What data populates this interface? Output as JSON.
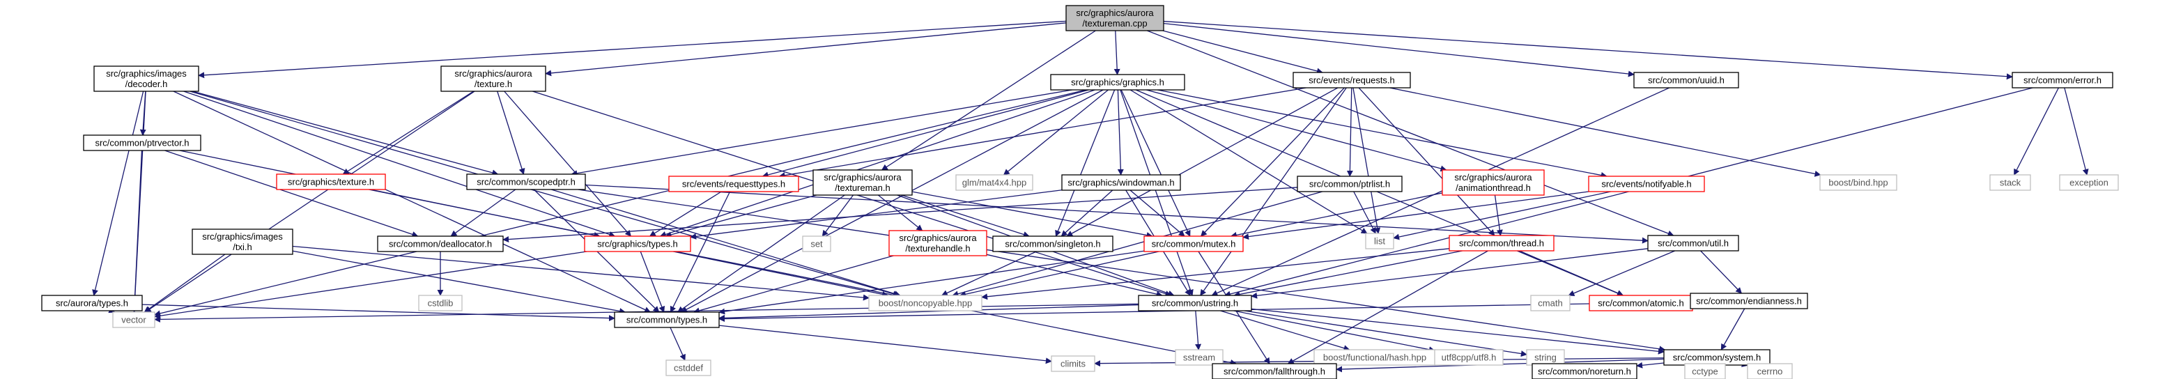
{
  "graph": {
    "nodes": [
      {
        "id": "textureman_cpp",
        "lines": [
          "src/graphics/aurora",
          "/textureman.cpp"
        ],
        "style": "main"
      },
      {
        "id": "images_decoder",
        "lines": [
          "src/graphics/images",
          "/decoder.h"
        ],
        "style": "black"
      },
      {
        "id": "aurora_texture",
        "lines": [
          "src/graphics/aurora",
          "/texture.h"
        ],
        "style": "black"
      },
      {
        "id": "graphics_h",
        "lines": [
          "src/graphics/graphics.h"
        ],
        "style": "black"
      },
      {
        "id": "requests_h",
        "lines": [
          "src/events/requests.h"
        ],
        "style": "black"
      },
      {
        "id": "uuid_h",
        "lines": [
          "src/common/uuid.h"
        ],
        "style": "black"
      },
      {
        "id": "error_h",
        "lines": [
          "src/common/error.h"
        ],
        "style": "black"
      },
      {
        "id": "ptrvector_h",
        "lines": [
          "src/common/ptrvector.h"
        ],
        "style": "black"
      },
      {
        "id": "graphics_texture",
        "lines": [
          "src/graphics/texture.h"
        ],
        "style": "red"
      },
      {
        "id": "scopedptr_h",
        "lines": [
          "src/common/scopedptr.h"
        ],
        "style": "black"
      },
      {
        "id": "requesttypes_h",
        "lines": [
          "src/events/requesttypes.h"
        ],
        "style": "red"
      },
      {
        "id": "aurora_textureman_h",
        "lines": [
          "src/graphics/aurora",
          "/textureman.h"
        ],
        "style": "black"
      },
      {
        "id": "glm_mat4x4",
        "lines": [
          "glm/mat4x4.hpp"
        ],
        "style": "grey"
      },
      {
        "id": "windowman_h",
        "lines": [
          "src/graphics/windowman.h"
        ],
        "style": "black"
      },
      {
        "id": "ptrlist_h",
        "lines": [
          "src/common/ptrlist.h"
        ],
        "style": "black"
      },
      {
        "id": "animationthread_h",
        "lines": [
          "src/graphics/aurora",
          "/animationthread.h"
        ],
        "style": "red"
      },
      {
        "id": "notifyable_h",
        "lines": [
          "src/events/notifyable.h"
        ],
        "style": "red"
      },
      {
        "id": "boost_bind",
        "lines": [
          "boost/bind.hpp"
        ],
        "style": "grey"
      },
      {
        "id": "stack",
        "lines": [
          "stack"
        ],
        "style": "grey"
      },
      {
        "id": "exception",
        "lines": [
          "exception"
        ],
        "style": "grey"
      },
      {
        "id": "images_txi",
        "lines": [
          "src/graphics/images",
          "/txi.h"
        ],
        "style": "black"
      },
      {
        "id": "deallocator_h",
        "lines": [
          "src/common/deallocator.h"
        ],
        "style": "black"
      },
      {
        "id": "graphics_types",
        "lines": [
          "src/graphics/types.h"
        ],
        "style": "red"
      },
      {
        "id": "set",
        "lines": [
          "set"
        ],
        "style": "grey"
      },
      {
        "id": "texturehandle_h",
        "lines": [
          "src/graphics/aurora",
          "/texturehandle.h"
        ],
        "style": "red"
      },
      {
        "id": "singleton_h",
        "lines": [
          "src/common/singleton.h"
        ],
        "style": "black"
      },
      {
        "id": "mutex_h",
        "lines": [
          "src/common/mutex.h"
        ],
        "style": "red"
      },
      {
        "id": "list",
        "lines": [
          "list"
        ],
        "style": "grey"
      },
      {
        "id": "thread_h",
        "lines": [
          "src/common/thread.h"
        ],
        "style": "red"
      },
      {
        "id": "util_h",
        "lines": [
          "src/common/util.h"
        ],
        "style": "black"
      },
      {
        "id": "aurora_types",
        "lines": [
          "src/aurora/types.h"
        ],
        "style": "black"
      },
      {
        "id": "cstdlib",
        "lines": [
          "cstdlib"
        ],
        "style": "grey"
      },
      {
        "id": "boost_noncopyable",
        "lines": [
          "boost/noncopyable.hpp"
        ],
        "style": "grey"
      },
      {
        "id": "ustring_h",
        "lines": [
          "src/common/ustring.h"
        ],
        "style": "black"
      },
      {
        "id": "cmath",
        "lines": [
          "cmath"
        ],
        "style": "grey"
      },
      {
        "id": "atomic_h",
        "lines": [
          "src/common/atomic.h"
        ],
        "style": "red"
      },
      {
        "id": "endianness_h",
        "lines": [
          "src/common/endianness.h"
        ],
        "style": "black"
      },
      {
        "id": "vector",
        "lines": [
          "vector"
        ],
        "style": "grey"
      },
      {
        "id": "common_types",
        "lines": [
          "src/common/types.h"
        ],
        "style": "black"
      },
      {
        "id": "sstream",
        "lines": [
          "sstream"
        ],
        "style": "grey"
      },
      {
        "id": "boost_hash",
        "lines": [
          "boost/functional/hash.hpp"
        ],
        "style": "grey"
      },
      {
        "id": "utf8cpp",
        "lines": [
          "utf8cpp/utf8.h"
        ],
        "style": "grey"
      },
      {
        "id": "string",
        "lines": [
          "string"
        ],
        "style": "grey"
      },
      {
        "id": "system_h",
        "lines": [
          "src/common/system.h"
        ],
        "style": "black"
      },
      {
        "id": "cstddef",
        "lines": [
          "cstddef"
        ],
        "style": "grey"
      },
      {
        "id": "climits",
        "lines": [
          "climits"
        ],
        "style": "grey"
      },
      {
        "id": "fallthrough_h",
        "lines": [
          "src/common/fallthrough.h"
        ],
        "style": "black"
      },
      {
        "id": "noreturn_h",
        "lines": [
          "src/common/noreturn.h"
        ],
        "style": "black"
      },
      {
        "id": "cctype",
        "lines": [
          "cctype"
        ],
        "style": "grey"
      },
      {
        "id": "cerrno",
        "lines": [
          "cerrno"
        ],
        "style": "grey"
      }
    ],
    "edges": [
      [
        "textureman_cpp",
        "images_decoder"
      ],
      [
        "textureman_cpp",
        "aurora_texture"
      ],
      [
        "textureman_cpp",
        "graphics_h"
      ],
      [
        "textureman_cpp",
        "requests_h"
      ],
      [
        "textureman_cpp",
        "uuid_h"
      ],
      [
        "textureman_cpp",
        "error_h"
      ],
      [
        "textureman_cpp",
        "aurora_textureman_h"
      ],
      [
        "textureman_cpp",
        "util_h"
      ],
      [
        "images_decoder",
        "ptrvector_h"
      ],
      [
        "images_decoder",
        "scopedptr_h"
      ],
      [
        "images_decoder",
        "graphics_types"
      ],
      [
        "images_decoder",
        "aurora_types"
      ],
      [
        "images_decoder",
        "vector"
      ],
      [
        "images_decoder",
        "common_types"
      ],
      [
        "images_decoder",
        "boost_noncopyable"
      ],
      [
        "aurora_texture",
        "graphics_texture"
      ],
      [
        "aurora_texture",
        "scopedptr_h"
      ],
      [
        "aurora_texture",
        "graphics_types"
      ],
      [
        "aurora_texture",
        "ustring_h"
      ],
      [
        "aurora_texture",
        "vector"
      ],
      [
        "graphics_h",
        "scopedptr_h"
      ],
      [
        "graphics_h",
        "requesttypes_h"
      ],
      [
        "graphics_h",
        "glm_mat4x4"
      ],
      [
        "graphics_h",
        "windowman_h"
      ],
      [
        "graphics_h",
        "graphics_types"
      ],
      [
        "graphics_h",
        "singleton_h"
      ],
      [
        "graphics_h",
        "mutex_h"
      ],
      [
        "graphics_h",
        "list"
      ],
      [
        "graphics_h",
        "animationthread_h"
      ],
      [
        "graphics_h",
        "notifyable_h"
      ],
      [
        "graphics_h",
        "ustring_h"
      ],
      [
        "graphics_h",
        "common_types"
      ],
      [
        "graphics_h",
        "vector"
      ],
      [
        "graphics_h",
        "atomic_h"
      ],
      [
        "requests_h",
        "ptrlist_h"
      ],
      [
        "requests_h",
        "requesttypes_h"
      ],
      [
        "requests_h",
        "singleton_h"
      ],
      [
        "requests_h",
        "mutex_h"
      ],
      [
        "requests_h",
        "list"
      ],
      [
        "requests_h",
        "boost_bind"
      ],
      [
        "requests_h",
        "thread_h"
      ],
      [
        "requests_h",
        "ustring_h"
      ],
      [
        "uuid_h",
        "ustring_h"
      ],
      [
        "error_h",
        "stack"
      ],
      [
        "error_h",
        "exception"
      ],
      [
        "error_h",
        "ustring_h"
      ],
      [
        "ptrvector_h",
        "deallocator_h"
      ],
      [
        "ptrvector_h",
        "vector"
      ],
      [
        "ptrvector_h",
        "boost_noncopyable"
      ],
      [
        "graphics_texture",
        "graphics_types"
      ],
      [
        "scopedptr_h",
        "deallocator_h"
      ],
      [
        "scopedptr_h",
        "boost_noncopyable"
      ],
      [
        "scopedptr_h",
        "common_types"
      ],
      [
        "scopedptr_h",
        "util_h"
      ],
      [
        "scopedptr_h",
        "system_h"
      ],
      [
        "requesttypes_h",
        "graphics_types"
      ],
      [
        "requesttypes_h",
        "common_types"
      ],
      [
        "aurora_textureman_h",
        "set"
      ],
      [
        "aurora_textureman_h",
        "texturehandle_h"
      ],
      [
        "aurora_textureman_h",
        "singleton_h"
      ],
      [
        "aurora_textureman_h",
        "mutex_h"
      ],
      [
        "aurora_textureman_h",
        "ustring_h"
      ],
      [
        "aurora_textureman_h",
        "common_types"
      ],
      [
        "aurora_textureman_h",
        "graphics_types"
      ],
      [
        "windowman_h",
        "singleton_h"
      ],
      [
        "windowman_h",
        "mutex_h"
      ],
      [
        "windowman_h",
        "ustring_h"
      ],
      [
        "windowman_h",
        "graphics_types"
      ],
      [
        "ptrlist_h",
        "list"
      ],
      [
        "ptrlist_h",
        "deallocator_h"
      ],
      [
        "ptrlist_h",
        "boost_noncopyable"
      ],
      [
        "animationthread_h",
        "thread_h"
      ],
      [
        "animationthread_h",
        "mutex_h"
      ],
      [
        "notifyable_h",
        "list"
      ],
      [
        "notifyable_h",
        "mutex_h"
      ],
      [
        "images_txi",
        "vector"
      ],
      [
        "images_txi",
        "common_types"
      ],
      [
        "images_txi",
        "boost_noncopyable"
      ],
      [
        "deallocator_h",
        "cstdlib"
      ],
      [
        "graphics_types",
        "vector"
      ],
      [
        "graphics_types",
        "common_types"
      ],
      [
        "graphics_types",
        "fallthrough_h"
      ],
      [
        "texturehandle_h",
        "ustring_h"
      ],
      [
        "texturehandle_h",
        "common_types"
      ],
      [
        "singleton_h",
        "boost_noncopyable"
      ],
      [
        "mutex_h",
        "boost_noncopyable"
      ],
      [
        "mutex_h",
        "common_types"
      ],
      [
        "mutex_h",
        "fallthrough_h"
      ],
      [
        "thread_h",
        "boost_noncopyable"
      ],
      [
        "thread_h",
        "atomic_h"
      ],
      [
        "thread_h",
        "ustring_h"
      ],
      [
        "thread_h",
        "fallthrough_h"
      ],
      [
        "util_h",
        "cmath"
      ],
      [
        "util_h",
        "endianness_h"
      ],
      [
        "util_h",
        "ustring_h"
      ],
      [
        "aurora_types",
        "vector"
      ],
      [
        "aurora_types",
        "common_types"
      ],
      [
        "ustring_h",
        "vector"
      ],
      [
        "ustring_h",
        "sstream"
      ],
      [
        "ustring_h",
        "boost_hash"
      ],
      [
        "ustring_h",
        "utf8cpp"
      ],
      [
        "ustring_h",
        "string"
      ],
      [
        "ustring_h",
        "common_types"
      ],
      [
        "ustring_h",
        "system_h"
      ],
      [
        "endianness_h",
        "common_types"
      ],
      [
        "endianness_h",
        "system_h"
      ],
      [
        "common_types",
        "cstddef"
      ],
      [
        "common_types",
        "climits"
      ],
      [
        "system_h",
        "climits"
      ],
      [
        "system_h",
        "fallthrough_h"
      ],
      [
        "system_h",
        "noreturn_h"
      ],
      [
        "system_h",
        "cctype"
      ],
      [
        "system_h",
        "cerrno"
      ]
    ]
  }
}
